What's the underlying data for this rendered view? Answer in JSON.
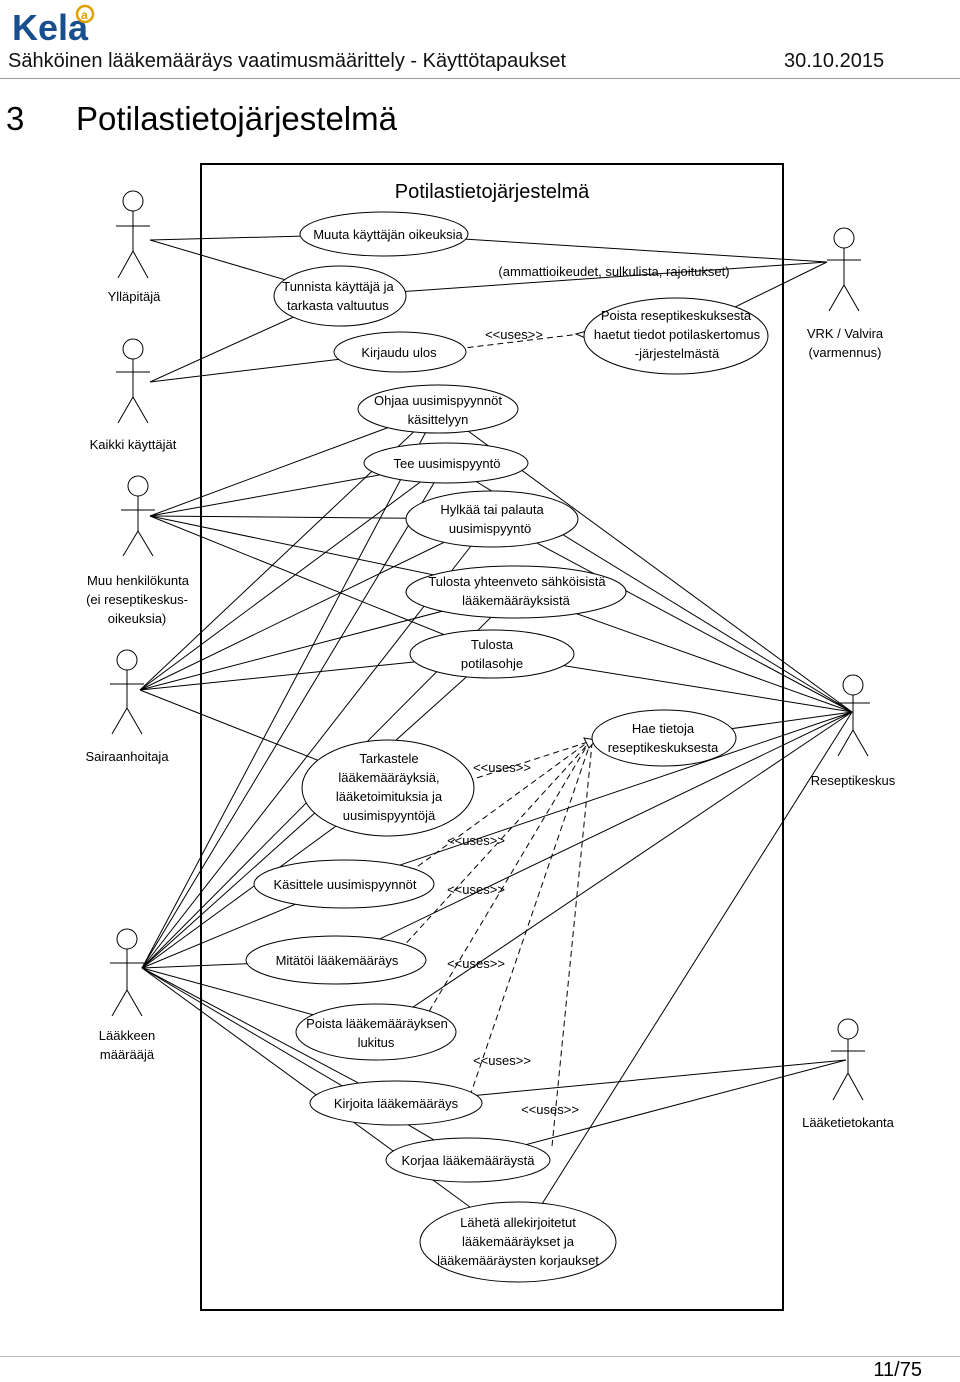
{
  "header": {
    "logo_text": "Kela",
    "doc_title": "Sähköinen lääkemääräys vaatimusmäärittely - Käyttötapaukset",
    "date": "30.10.2015"
  },
  "section": {
    "number": "3",
    "title": "Potilastietojärjestelmä"
  },
  "diagram": {
    "system_title": "Potilastietojärjestelmä",
    "actors": {
      "yllapitaja": [
        "Ylläpitäjä"
      ],
      "kaikki": [
        "Kaikki käyttäjät"
      ],
      "muu": [
        "Muu henkilökunta",
        "(ei reseptikeskus-",
        "oikeuksia)"
      ],
      "sairaanhoitaja": [
        "Sairaanhoitaja"
      ],
      "laakkeen": [
        "Lääkkeen",
        "määrääjä"
      ],
      "vrk": [
        "VRK / Valvira",
        "(varmennus)"
      ],
      "reseptikeskus": [
        "Reseptikeskus"
      ],
      "laaketietokanta": [
        "Lääketietokanta"
      ]
    },
    "usecases": {
      "muuta": [
        "Muuta käyttäjän oikeuksia"
      ],
      "tunnista": [
        "Tunnista käyttäjä ja",
        "tarkasta valtuutus"
      ],
      "kirjaudu": [
        "Kirjaudu ulos"
      ],
      "poista_haetut": [
        "Poista reseptikeskuksesta",
        "haetut tiedot potilaskertomus",
        "-järjestelmästä"
      ],
      "ohjaa": [
        "Ohjaa uusimispyynnöt",
        "käsittelyyn"
      ],
      "tee": [
        "Tee uusimispyyntö"
      ],
      "hylkaa": [
        "Hylkää tai palauta",
        "uusimispyyntö"
      ],
      "tulosta_yht": [
        "Tulosta yhteenveto sähköisistä",
        "lääkemääräyksistä"
      ],
      "tulosta_ohje": [
        "Tulosta",
        "potilasohje"
      ],
      "hae": [
        "Hae tietoja",
        "reseptikeskuksesta"
      ],
      "tarkastele": [
        "Tarkastele",
        "lääkemääräyksiä,",
        "lääketoimituksia ja",
        "uusimispyyntöjä"
      ],
      "kasittele": [
        "Käsittele uusimispyynnöt"
      ],
      "mitatoi": [
        "Mitätöi lääkemääräys"
      ],
      "poista_lukitus": [
        "Poista lääkemääräyksen",
        "lukitus"
      ],
      "kirjoita": [
        "Kirjoita lääkemääräys"
      ],
      "korjaa": [
        "Korjaa lääkemääräystä"
      ],
      "laheta": [
        "Lähetä allekirjoitetut",
        "lääkemääräykset ja",
        "lääkemääräysten korjaukset"
      ]
    },
    "notes": {
      "constraint": "(ammattioikeudet, sulkulista, rajoitukset)",
      "uses": "<<uses>>"
    }
  },
  "footer": {
    "page": "11/75"
  }
}
